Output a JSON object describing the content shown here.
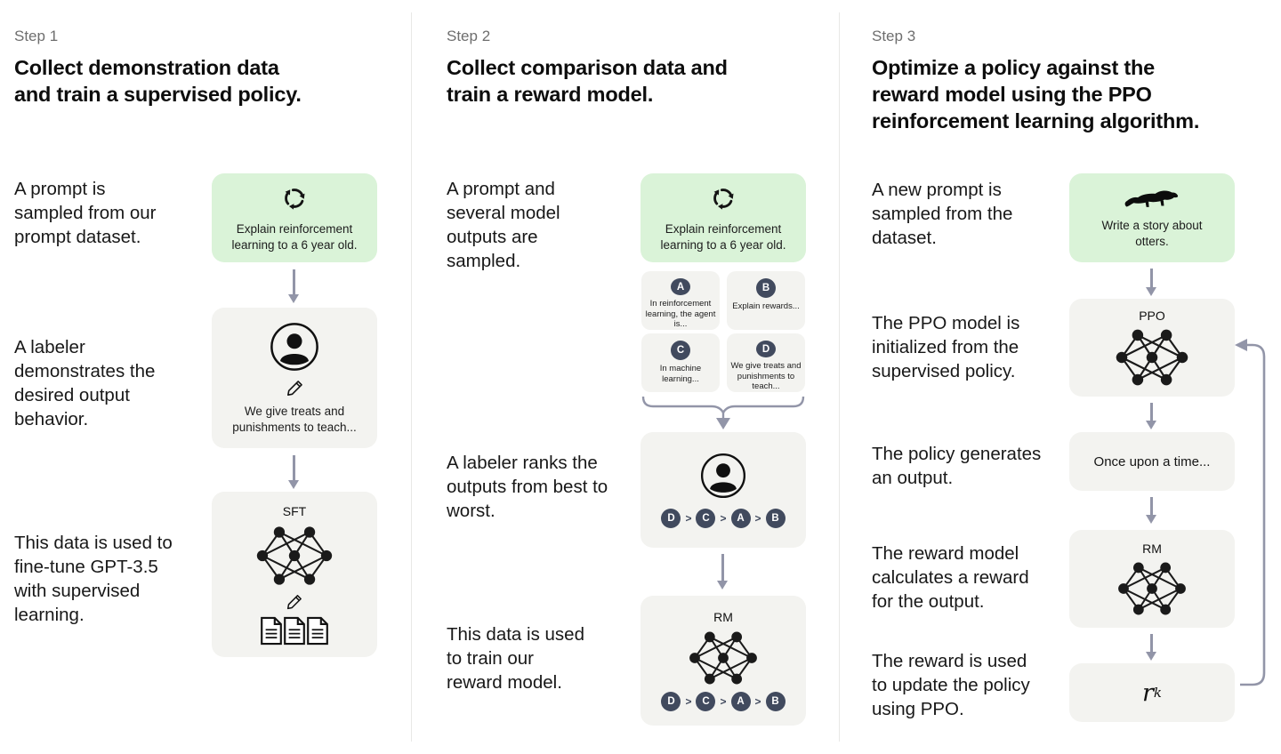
{
  "colors": {
    "prompt_box_green": "#daf3d8",
    "node_box_gray": "#f3f3f0",
    "arrow_gray_purple": "#9295a8",
    "badge_dark_slate": "#414a5e"
  },
  "step1": {
    "label": "Step 1",
    "title": "Collect demonstration data and train a supervised policy.",
    "caption_prompt": "A prompt is sampled from our prompt dataset.",
    "caption_labeler": "A labeler demonstrates the desired output behavior.",
    "caption_train": "This data is used to fine-tune GPT-3.5 with supervised learning.",
    "prompt_text": "Explain reinforcement learning to a 6 year old.",
    "demo_text": "We give treats and punishments to teach...",
    "model_label": "SFT"
  },
  "step2": {
    "label": "Step 2",
    "title": "Collect comparison data and train a reward model.",
    "caption_prompt": "A prompt and several model outputs are sampled.",
    "caption_rank": "A labeler ranks the outputs from best to worst.",
    "caption_train": "This data is used to train our reward model.",
    "prompt_text": "Explain reinforcement learning to a 6 year old.",
    "outputs": [
      {
        "id": "A",
        "text": "In reinforcement learning, the agent is..."
      },
      {
        "id": "B",
        "text": "Explain rewards..."
      },
      {
        "id": "C",
        "text": "In machine learning..."
      },
      {
        "id": "D",
        "text": "We give treats and punishments to teach..."
      }
    ],
    "ranking": [
      "D",
      "C",
      "A",
      "B"
    ],
    "rank_sep": ">",
    "model_label": "RM"
  },
  "step3": {
    "label": "Step 3",
    "title": "Optimize a policy against the reward model using the PPO reinforcement learning algorithm.",
    "caption_prompt": "A new prompt is sampled from the dataset.",
    "caption_init": "The PPO model is initialized from the supervised policy.",
    "caption_output": "The policy generates an output.",
    "caption_reward": "The reward model calculates a reward for the output.",
    "caption_update": "The reward is used to update the policy using PPO.",
    "prompt_text": "Write a story about otters.",
    "ppo_label": "PPO",
    "output_text": "Once upon a time...",
    "rm_label": "RM",
    "reward_symbol": "r",
    "reward_subscript": "k"
  }
}
